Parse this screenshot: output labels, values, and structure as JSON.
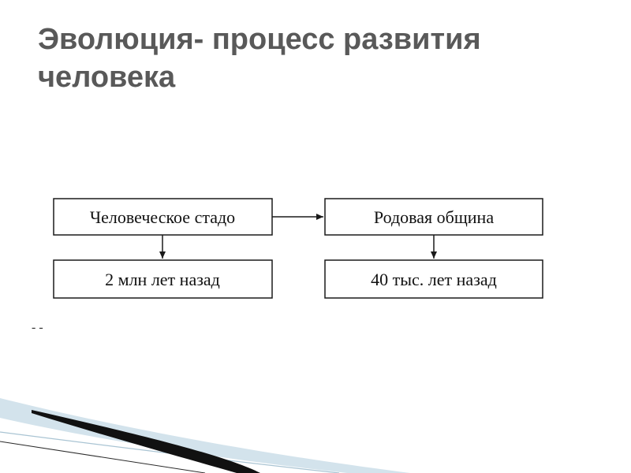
{
  "slide": {
    "title": "Эволюция- процесс развития человека"
  },
  "diagram": {
    "nodes": {
      "human_herd": "Человеческое стадо",
      "clan_community": "Родовая община",
      "two_million": "2 млн лет назад",
      "forty_thousand": "40 тыс. лет назад"
    },
    "stray_mark": "- -"
  },
  "colors": {
    "title": "#595959",
    "box_stroke": "#1a1a1a",
    "decor_dark": "#111111",
    "decor_light": "#bcd3e0"
  }
}
